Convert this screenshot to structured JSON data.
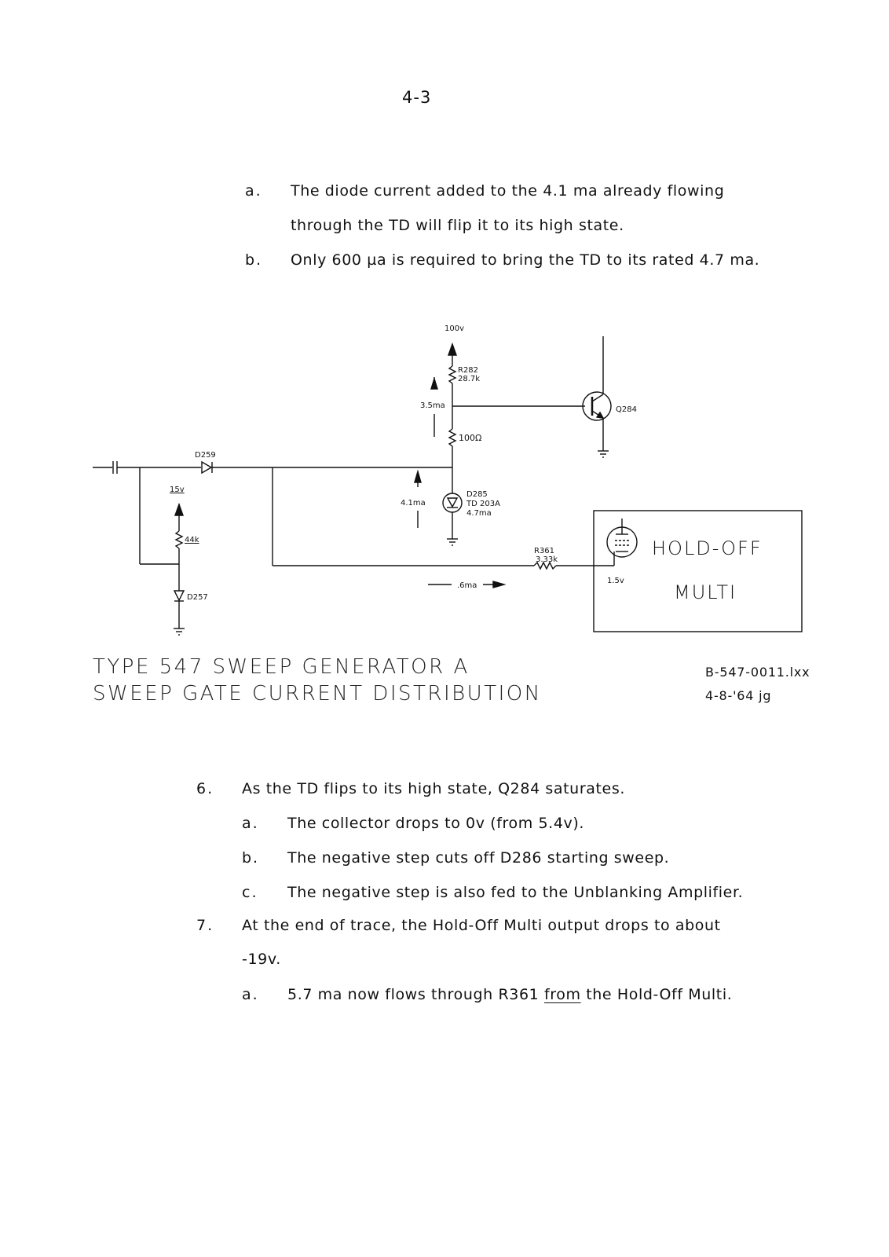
{
  "page_number": "4-3",
  "top_items": [
    {
      "marker": "a.",
      "lines": [
        "The diode current added to the 4.1 ma already flowing",
        "through the TD will flip it to its high state."
      ]
    },
    {
      "marker": "b.",
      "lines": [
        "Only 600 µa is required to bring the TD to its rated 4.7 ma."
      ]
    }
  ],
  "schematic": {
    "supply": "100v",
    "r282": "R282",
    "r282_value": "28.7k",
    "current_3_5": "3.5ma",
    "q284": "Q284",
    "r_100": "100Ω",
    "d259": "D259",
    "supply_15": "15v",
    "r_44k": "44k",
    "current_4_1": "4.1ma",
    "d285": "D285",
    "td_type": "TD 203A",
    "td_current": "4.7ma",
    "r361": "R361",
    "r361_value": "3.33k",
    "current_0_6": ".6ma",
    "voltage_1_5": "1.5v",
    "d257": "D257",
    "holdoff_line1": "HOLD-OFF",
    "holdoff_line2": "MULTI"
  },
  "caption": {
    "line1": "TYPE 547 SWEEP GENERATOR A",
    "line2": "SWEEP GATE CURRENT DISTRIBUTION",
    "ref1": "B-547-0011.lxx",
    "ref2": "4-8-'64 jg"
  },
  "body": {
    "item6": {
      "marker": "6.",
      "text": "As the TD flips to its high state, Q284 saturates."
    },
    "item6_subs": [
      {
        "marker": "a.",
        "text": "The collector drops to 0v (from 5.4v)."
      },
      {
        "marker": "b.",
        "text": "The negative step cuts off D286 starting sweep."
      },
      {
        "marker": "c.",
        "text": "The negative step is also fed to the Unblanking Amplifier."
      }
    ],
    "item7": {
      "marker": "7.",
      "line1": "At the end of trace, the Hold-Off Multi output drops to about",
      "line2": "-19v."
    },
    "item7_sub": {
      "marker": "a.",
      "pre": "5.7 ma now flows through R361 ",
      "underlined": "from",
      "post": " the Hold-Off Multi."
    }
  }
}
